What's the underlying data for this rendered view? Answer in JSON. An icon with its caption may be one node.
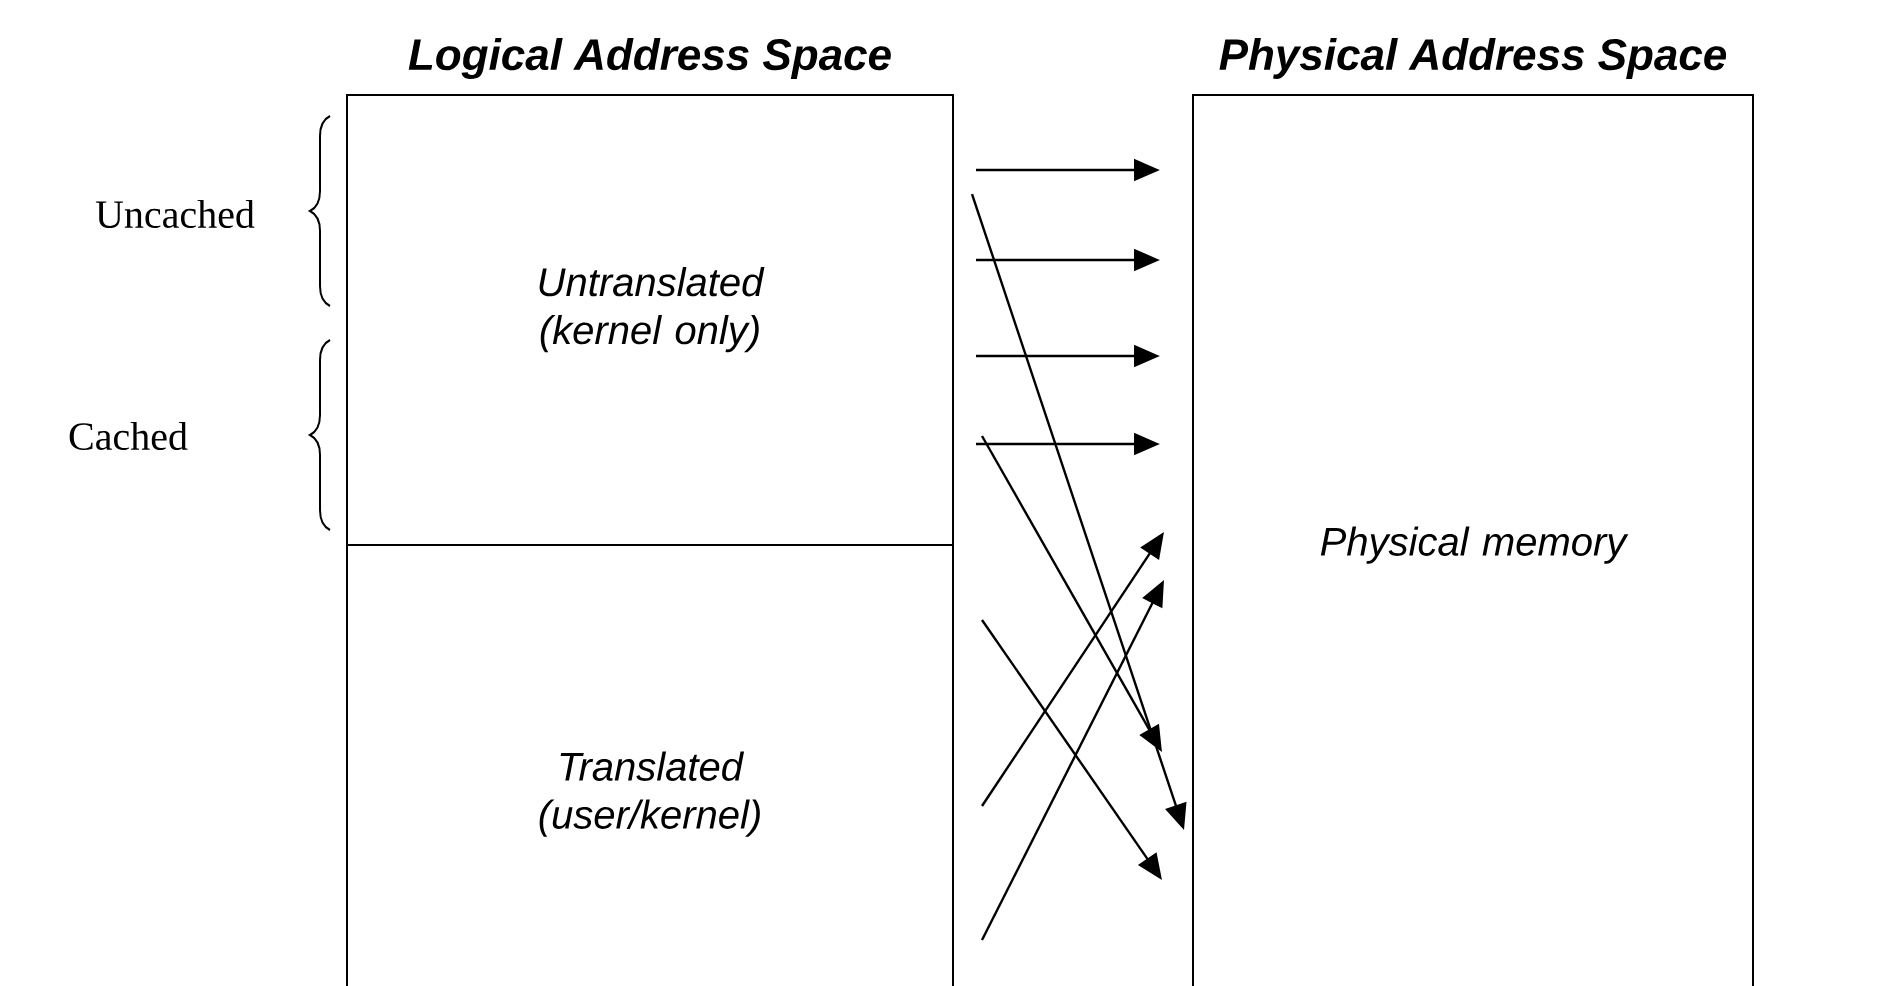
{
  "diagram": {
    "nodes": [
      {
        "text": [
          "Untranslated (kernel only)"
        ],
        "beside": [
          "Logical Address Space"
        ]
      },
      {
        "text": [
          "Translated (user/kernel)"
        ]
      },
      {
        "text": [
          "Physical memory"
        ],
        "beside": [
          "Physical Address Space"
        ]
      }
    ],
    "edges": [
      {
        "from": 0,
        "to": 2,
        "arrow": "to"
      },
      {
        "from": 0,
        "to": 2,
        "arrow": "to"
      },
      {
        "from": 0,
        "to": 2,
        "arrow": "to"
      },
      {
        "from": 0,
        "to": 2,
        "arrow": "to"
      },
      {
        "from": 0,
        "to": 2,
        "arrow": "to"
      },
      {
        "from": 0,
        "to": 2,
        "arrow": "to"
      },
      {
        "from": 1,
        "to": 2,
        "arrow": "to"
      },
      {
        "from": 1,
        "to": 2,
        "arrow": "to"
      },
      {
        "from": 1,
        "to": 2,
        "arrow": "to"
      }
    ],
    "labels": [
      "Uncached",
      "Cached"
    ]
  }
}
